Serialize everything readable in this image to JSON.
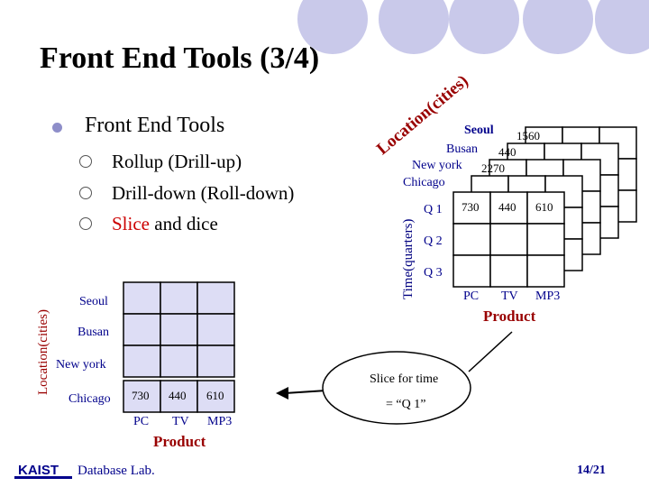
{
  "slide": {
    "title": "Front End Tools (3/4)",
    "main_bullet": "Front End Tools",
    "sub_bullets": [
      {
        "text": "Rollup (Drill-up)"
      },
      {
        "text": "Drill-down (Roll-down)"
      },
      {
        "prefix": "Slice",
        "suffix": " and dice"
      }
    ]
  },
  "cube": {
    "location_axis_label": "Location(cities)",
    "time_axis_label": "Time(quarters)",
    "cities": [
      "Seoul",
      "Busan",
      "New york",
      "Chicago"
    ],
    "top_values": [
      "1560",
      "440",
      "2270"
    ],
    "quarters": [
      "Q 1",
      "Q 2",
      "Q 3"
    ],
    "front_values": [
      "730",
      "440",
      "610"
    ],
    "products": [
      "PC",
      "TV",
      "MP3"
    ],
    "product_label": "Product"
  },
  "slice": {
    "location_label": "Location(cities)",
    "cities": [
      "Seoul",
      "Busan",
      "New york",
      "Chicago"
    ],
    "values": [
      "730",
      "440",
      "610"
    ],
    "products": [
      "PC",
      "TV",
      "MP3"
    ],
    "product_label": "Product"
  },
  "callout": {
    "line1": "Slice for time",
    "line2": "= “Q 1”"
  },
  "footer": {
    "logo_text": "KAIST",
    "lab": "Database Lab.",
    "page": "14/21"
  },
  "colors": {
    "accent_circle": "#c9c9ea",
    "cube_face": "#ffffff",
    "slice_face": "#ddddf5",
    "product_red": "#990000",
    "navy": "#00008b"
  }
}
